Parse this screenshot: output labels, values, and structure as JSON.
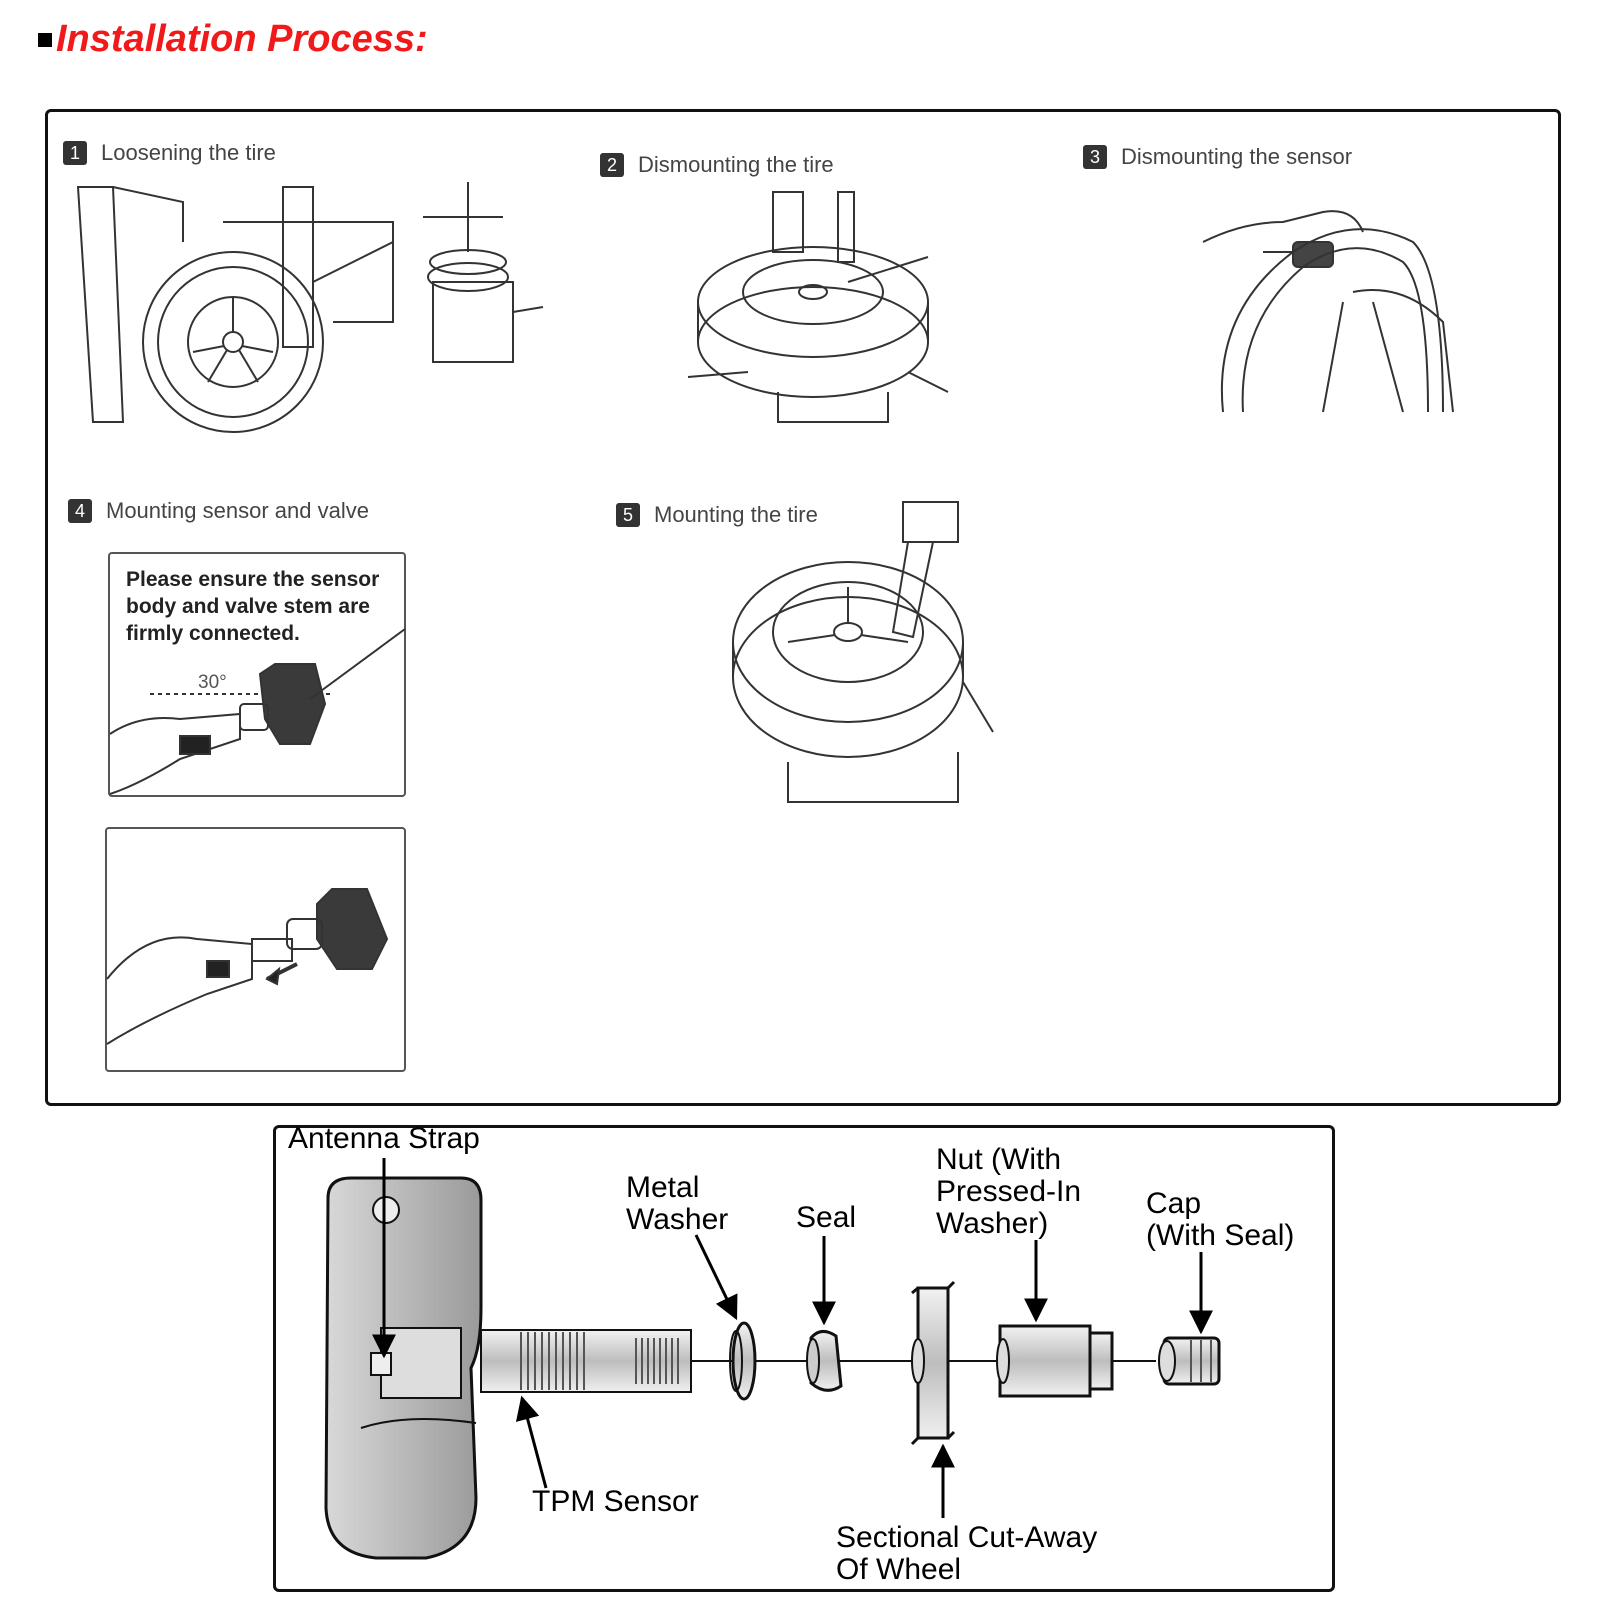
{
  "header": {
    "title": "Installation Process:",
    "title_color": "#f01a1a"
  },
  "steps": [
    {
      "number": "1",
      "label": "Loosening the tire"
    },
    {
      "number": "2",
      "label": "Dismounting the tire"
    },
    {
      "number": "3",
      "label": "Dismounting the sensor"
    },
    {
      "number": "4",
      "label": "Mounting sensor and valve"
    },
    {
      "number": "5",
      "label": "Mounting the tire"
    }
  ],
  "step4": {
    "note": "Please ensure the sensor body and valve stem are firmly connected.",
    "angle": "30°"
  },
  "diagram": {
    "labels": {
      "antenna_strap": "Antenna Strap",
      "metal_washer": "Metal\nWasher",
      "seal": "Seal",
      "nut": "Nut (With\nPressed-In\nWasher)",
      "cap": "Cap\n(With Seal)",
      "tpm_sensor": "TPM Sensor",
      "wheel": "Sectional Cut-Away\nOf Wheel"
    }
  }
}
